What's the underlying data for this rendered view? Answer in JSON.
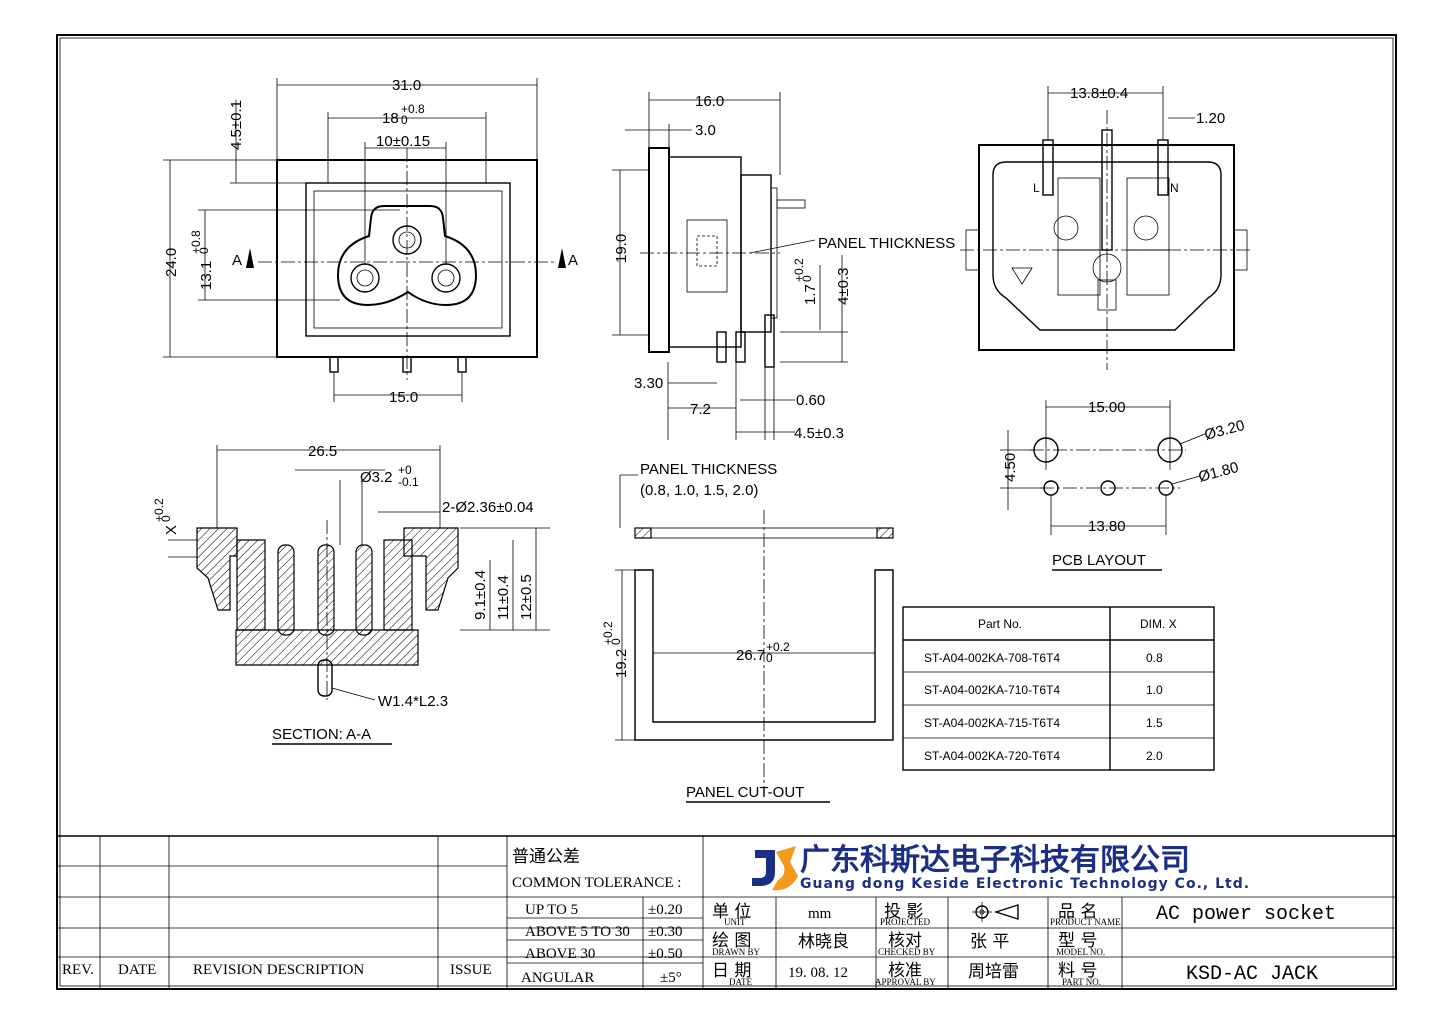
{
  "drawing": {
    "front_view": {
      "dim_width": "31.0",
      "dim_opening": "18",
      "dim_opening_tol": "+0.8",
      "dim_opening_tol2": "0",
      "dim_pin": "10±0.15",
      "dim_top": "4.5±0.1",
      "dim_height": "24.0",
      "dim_pin_h": "13.1",
      "dim_pin_h_tol": "+0.8",
      "dim_pin_h_tol2": "0",
      "dim_base": "15.0",
      "section_mark": "A"
    },
    "side_view": {
      "dim_depth": "16.0",
      "dim_flange": "3.0",
      "dim_height": "19.0",
      "label_panel": "PANEL THICKNESS",
      "dim_a": "1.7",
      "dim_a_tol": "+0.2",
      "dim_a_tol2": "0",
      "dim_b": "4±0.3",
      "dim_c": "3.30",
      "dim_d": "7.2",
      "dim_e": "0.60",
      "dim_f": "4.5±0.3"
    },
    "rear_view": {
      "dim_span": "13.8±0.4",
      "dim_pin": "1.20",
      "mark_l": "L",
      "mark_n": "N"
    },
    "section": {
      "title": "SECTION: A-A",
      "dim_width": "26.5",
      "dim_hole": "Ø3.2",
      "dim_hole_tol": "+0",
      "dim_hole_tol2": "-0.1",
      "dim_holes": "2-Ø2.36±0.04",
      "dim_x": "X",
      "dim_x_tol": "+0.2",
      "dim_x_tol2": "0",
      "dim_91": "9.1±0.4",
      "dim_11": "11±0.4",
      "dim_12": "12±0.5",
      "dim_terminal": "W1.4*L2.3"
    },
    "pcb": {
      "title": "PCB LAYOUT",
      "dim_top": "15.00",
      "dim_bottom": "13.80",
      "dim_h": "4.50",
      "dim_d1": "Ø3.20",
      "dim_d2": "Ø1.80"
    },
    "cutout": {
      "title": "PANEL CUT-OUT",
      "label1": "PANEL THICKNESS",
      "label2": "(0.8, 1.0, 1.5, 2.0)",
      "dim_w": "26.7",
      "dim_w_tol": "+0.2",
      "dim_w_tol2": "0",
      "dim_h": "19.2",
      "dim_h_tol": "+0.2",
      "dim_h_tol2": "0"
    }
  },
  "part_table": {
    "headers": [
      "Part No.",
      "DIM. X"
    ],
    "rows": [
      [
        "ST-A04-002KA-708-T6T4",
        "0.8"
      ],
      [
        "ST-A04-002KA-710-T6T4",
        "1.0"
      ],
      [
        "ST-A04-002KA-715-T6T4",
        "1.5"
      ],
      [
        "ST-A04-002KA-720-T6T4",
        "2.0"
      ]
    ]
  },
  "title_block": {
    "rev_headers": [
      "REV.",
      "DATE",
      "REVISION  DESCRIPTION",
      "ISSUE"
    ],
    "tolerance_cn": "普通公差",
    "tolerance_en": "COMMON TOLERANCE :",
    "tolerances": [
      [
        "UP TO 5",
        "±0.20"
      ],
      [
        "ABOVE 5 TO 30",
        "±0.30"
      ],
      [
        "ABOVE 30",
        "±0.50"
      ],
      [
        "ANGULAR",
        "±5°"
      ]
    ],
    "company_cn": "广东科斯达电子科技有限公司",
    "company_en": "Guang dong Keside  Electronic Technology Co., Ltd.",
    "unit_cn": "单 位",
    "unit_en": "UNIT",
    "unit_value": "mm",
    "projected_cn": "投 影",
    "projected_en": "PROJECTED",
    "drawn_cn": "绘 图",
    "drawn_en": "DRAWN BY",
    "drawn_value": "林晓良",
    "checked_cn": "核对",
    "checked_en": "CHECKED BY",
    "checked_value": "张 平",
    "date_cn": "日 期",
    "date_en": "DATE",
    "date_value": "19. 08. 12",
    "approval_cn": "核准",
    "approval_en": "APPROVAL BY",
    "approval_value": "周培雷",
    "pname_cn": "品 名",
    "pname_en": "PRODUCT NAME",
    "pname_value": "AC power socket",
    "model_cn": "型 号",
    "model_en": "MODEL NO.",
    "model_value": "",
    "partno_cn": "料 号",
    "partno_en": "PART NO.",
    "partno_value": "KSD-AC JACK"
  }
}
